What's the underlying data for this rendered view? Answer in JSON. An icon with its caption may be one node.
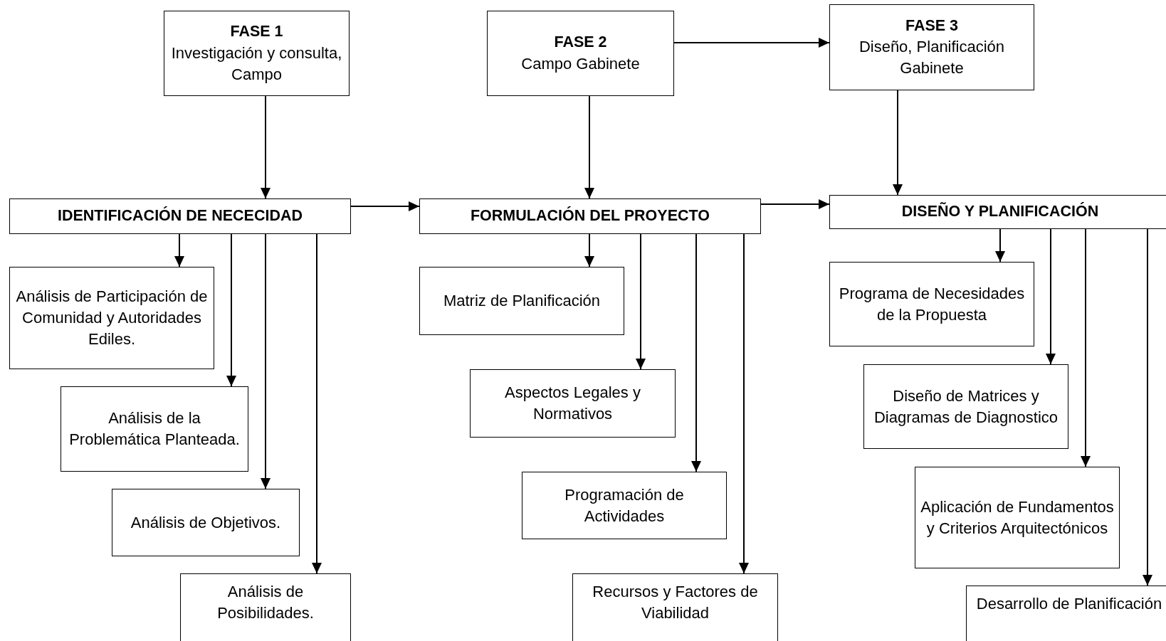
{
  "diagram": {
    "nodes": [
      {
        "text": [
          "FASE 1",
          "Investigación y consulta, Campo"
        ]
      },
      {
        "text": [
          "FASE 2",
          "Campo Gabinete"
        ]
      },
      {
        "text": [
          "FASE 3",
          "Diseño, Planificación Gabinete"
        ]
      },
      {
        "text": [
          "IDENTIFICACIÓN DE NECECIDAD"
        ]
      },
      {
        "text": [
          "FORMULACIÓN DEL PROYECTO"
        ]
      },
      {
        "text": [
          "DISEÑO Y PLANIFICACIÓN"
        ]
      },
      {
        "text": [
          "Análisis de Participación de Comunidad y Autoridades Ediles."
        ]
      },
      {
        "text": [
          "Análisis de la Problemática Planteada."
        ]
      },
      {
        "text": [
          "Análisis de Objetivos."
        ]
      },
      {
        "text": [
          "Análisis de Posibilidades."
        ]
      },
      {
        "text": [
          "Matriz de Planificación"
        ]
      },
      {
        "text": [
          "Aspectos Legales y Normativos"
        ]
      },
      {
        "text": [
          "Programación de Actividades"
        ]
      },
      {
        "text": [
          "Recursos y Factores de Viabilidad"
        ]
      },
      {
        "text": [
          "Programa de Necesidades de la Propuesta"
        ]
      },
      {
        "text": [
          "Diseño de Matrices y Diagramas de Diagnostico"
        ]
      },
      {
        "text": [
          "Aplicación de Fundamentos y Criterios Arquitectónicos"
        ]
      },
      {
        "text": [
          "Desarrollo de Planificación"
        ]
      }
    ],
    "edges": [
      {
        "from": 0,
        "to": 3,
        "arrow": "to"
      },
      {
        "from": 1,
        "to": 4,
        "arrow": "to"
      },
      {
        "from": 2,
        "to": 5,
        "arrow": "to"
      },
      {
        "from": 1,
        "to": 2,
        "arrow": "to"
      },
      {
        "from": 3,
        "to": 4,
        "arrow": "to"
      },
      {
        "from": 4,
        "to": 5,
        "arrow": "to"
      },
      {
        "from": 3,
        "to": 6,
        "arrow": "to"
      },
      {
        "from": 3,
        "to": 7,
        "arrow": "to"
      },
      {
        "from": 3,
        "to": 8,
        "arrow": "to"
      },
      {
        "from": 3,
        "to": 9,
        "arrow": "to"
      },
      {
        "from": 4,
        "to": 10,
        "arrow": "to"
      },
      {
        "from": 4,
        "to": 11,
        "arrow": "to"
      },
      {
        "from": 4,
        "to": 12,
        "arrow": "to"
      },
      {
        "from": 4,
        "to": 13,
        "arrow": "to"
      },
      {
        "from": 5,
        "to": 14,
        "arrow": "to"
      },
      {
        "from": 5,
        "to": 15,
        "arrow": "to"
      },
      {
        "from": 5,
        "to": 16,
        "arrow": "to"
      },
      {
        "from": 5,
        "to": 17,
        "arrow": "to"
      }
    ]
  }
}
